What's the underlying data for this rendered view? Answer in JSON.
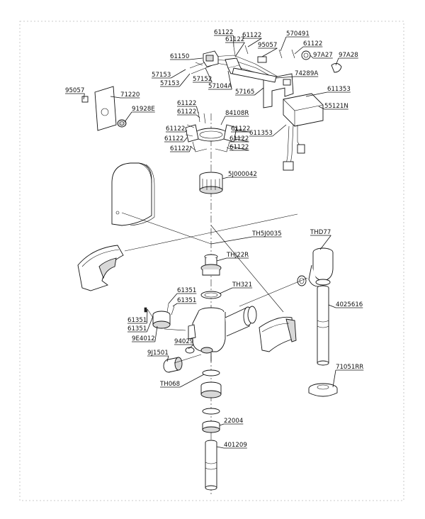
{
  "parts": [
    {
      "id": "61122_a",
      "label": "61122"
    },
    {
      "id": "61122_b",
      "label": "61122"
    },
    {
      "id": "61122_c",
      "label": "61122"
    },
    {
      "id": "570491",
      "label": "570491"
    },
    {
      "id": "61122_d",
      "label": "61122"
    },
    {
      "id": "95057_a",
      "label": "95057"
    },
    {
      "id": "61150",
      "label": "61150"
    },
    {
      "id": "97A27",
      "label": "97A27"
    },
    {
      "id": "97A28",
      "label": "97A28"
    },
    {
      "id": "57153_a",
      "label": "57153"
    },
    {
      "id": "57152",
      "label": "57152"
    },
    {
      "id": "74289A",
      "label": "74289A"
    },
    {
      "id": "57153_b",
      "label": "57153"
    },
    {
      "id": "57104A",
      "label": "57104A"
    },
    {
      "id": "95057_b",
      "label": "95057"
    },
    {
      "id": "71220",
      "label": "71220"
    },
    {
      "id": "57165",
      "label": "57165"
    },
    {
      "id": "611353_a",
      "label": "611353"
    },
    {
      "id": "61122_e",
      "label": "61122"
    },
    {
      "id": "55121N",
      "label": "55121N"
    },
    {
      "id": "91928E",
      "label": "91928E"
    },
    {
      "id": "61122_f",
      "label": "61122"
    },
    {
      "id": "84108R",
      "label": "84108R"
    },
    {
      "id": "61122_g",
      "label": "61122"
    },
    {
      "id": "61122_h",
      "label": "61122"
    },
    {
      "id": "611353_b",
      "label": "611353"
    },
    {
      "id": "61122_i",
      "label": "61122"
    },
    {
      "id": "61122_j",
      "label": "61122"
    },
    {
      "id": "61122_k",
      "label": "61122"
    },
    {
      "id": "61122_l",
      "label": "61122"
    },
    {
      "id": "5J000042",
      "label": "5J000042"
    },
    {
      "id": "TH5J0035",
      "label": "TH5J0035"
    },
    {
      "id": "THD77",
      "label": "THD77"
    },
    {
      "id": "THJ22R",
      "label": "THJ22R"
    },
    {
      "id": "TH321",
      "label": "TH321"
    },
    {
      "id": "61351_a",
      "label": "61351"
    },
    {
      "id": "61351_b",
      "label": "61351"
    },
    {
      "id": "4025616",
      "label": "4025616"
    },
    {
      "id": "61351_c",
      "label": "61351"
    },
    {
      "id": "61351_d",
      "label": "61351"
    },
    {
      "id": "9E4012",
      "label": "9E4012"
    },
    {
      "id": "94029",
      "label": "94029"
    },
    {
      "id": "9J1501",
      "label": "9J1501"
    },
    {
      "id": "71051RR",
      "label": "71051RR"
    },
    {
      "id": "TH068",
      "label": "TH068"
    },
    {
      "id": "22004",
      "label": "22004"
    },
    {
      "id": "401209",
      "label": "401209"
    }
  ]
}
